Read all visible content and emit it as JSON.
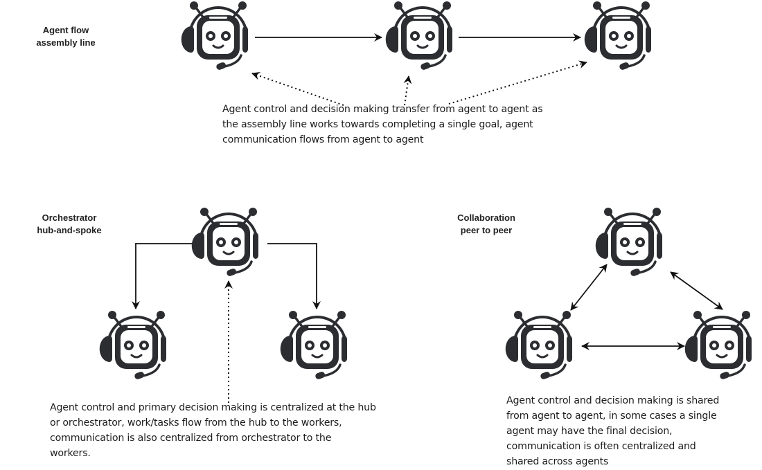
{
  "sections": {
    "assembly": {
      "title_line1": "Agent flow",
      "title_line2": "assembly line",
      "description_lines": [
        "Agent control and decision making transfer from agent to agent as",
        "the assembly line works towards completing a single goal, agent",
        "communication flows from agent to agent"
      ],
      "agents": [
        "agent-1",
        "agent-2",
        "agent-3"
      ]
    },
    "orchestrator": {
      "title_line1": "Orchestrator",
      "title_line2": "hub-and-spoke",
      "description_lines": [
        "Agent control and primary decision making is centralized at the hub",
        "or orchestrator, work/tasks flow from the hub to the workers,",
        "communication is also centralized from orchestrator to the",
        "workers."
      ],
      "agents": [
        "hub",
        "worker-left",
        "worker-right"
      ]
    },
    "collaboration": {
      "title_line1": "Collaboration",
      "title_line2": "peer to peer",
      "description_lines": [
        "Agent control and decision making is shared",
        "from agent to agent, in some cases a single",
        "agent may have the final decision,",
        "communication is often centralized and",
        "shared across agents"
      ],
      "agents": [
        "peer-top",
        "peer-bottom-left",
        "peer-bottom-right"
      ]
    }
  },
  "icon": "robot-headset-icon",
  "colors": {
    "ink": "#2b2d31",
    "line": "#111111",
    "text": "#1c1c1c"
  }
}
